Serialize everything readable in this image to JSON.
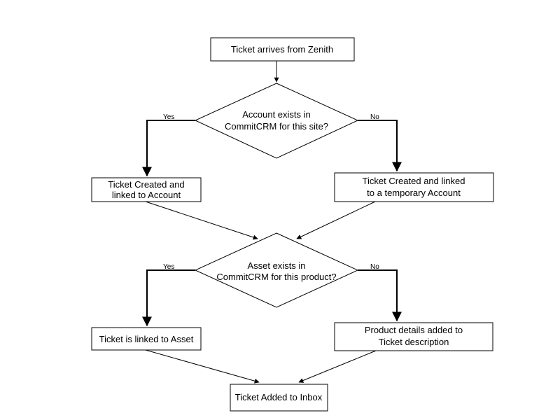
{
  "nodes": {
    "start": "Ticket arrives from Zenith",
    "account_decision": [
      "Account exists in",
      "CommitCRM for this site?"
    ],
    "linked_account": [
      "Ticket Created and",
      "linked to Account"
    ],
    "temp_account": [
      "Ticket Created and linked",
      "to a temporary Account"
    ],
    "asset_decision": [
      "Asset exists in",
      "CommitCRM for this product?"
    ],
    "linked_asset": "Ticket is linked to Asset",
    "product_details": [
      "Product details added to",
      "Ticket description"
    ],
    "inbox": "Ticket Added to Inbox"
  },
  "labels": {
    "account_yes": "Yes",
    "account_no": "No",
    "asset_yes": "Yes",
    "asset_no": "No"
  },
  "colors": {
    "stroke": "#000000",
    "fill": "#ffffff"
  }
}
